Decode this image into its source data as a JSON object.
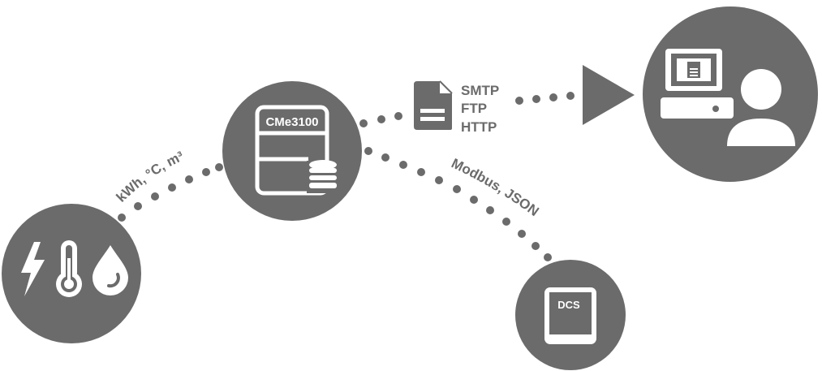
{
  "nodes": {
    "meter": {
      "name": "CMe3100"
    },
    "dcs": {
      "name": "DCS"
    }
  },
  "labels": {
    "units": "kWh, °C, m³",
    "protocols_push": [
      "SMTP",
      "FTP",
      "HTTP"
    ],
    "protocols_pull": "Modbus, JSON"
  },
  "icons": [
    "lightning-icon",
    "thermometer-icon",
    "water-drop-icon",
    "database-icon",
    "document-icon",
    "arrow-right-icon",
    "monitor-icon",
    "user-icon"
  ],
  "colors": {
    "node": "#6b6b6b",
    "icon": "#ffffff",
    "background": "#ffffff"
  }
}
